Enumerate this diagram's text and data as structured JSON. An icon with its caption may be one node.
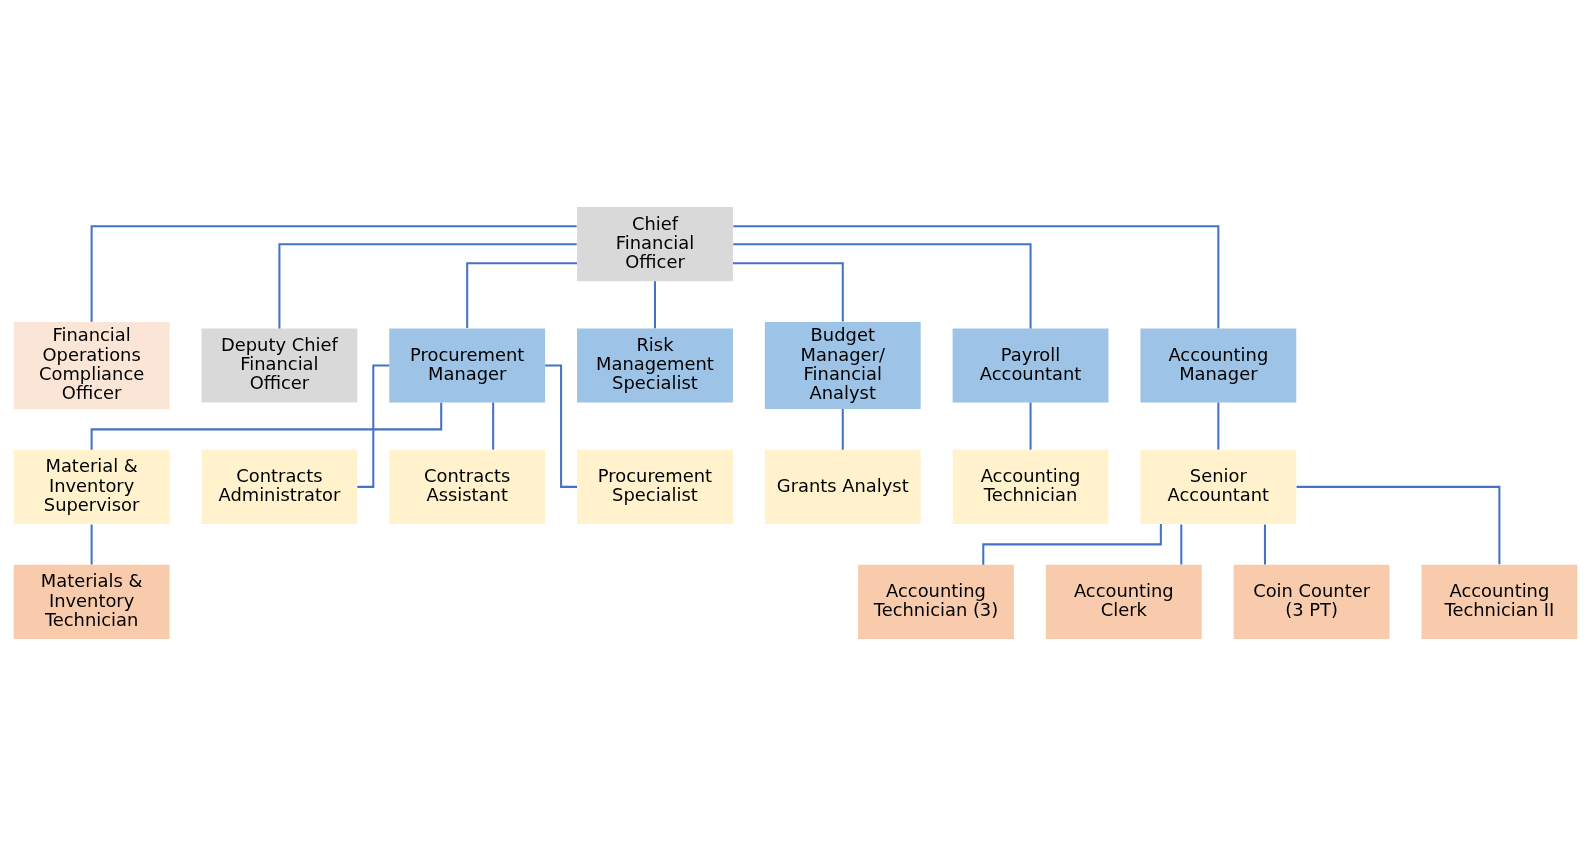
{
  "diagram": {
    "nodes": [
      {
        "text": [
          "Chief Financial Officer"
        ]
      },
      {
        "text": [
          "Financial Operations Compliance Officer"
        ]
      },
      {
        "text": [
          "Deputy Chief Financial Officer"
        ]
      },
      {
        "text": [
          "Procurement Manager"
        ]
      },
      {
        "text": [
          "Risk Management Specialist"
        ]
      },
      {
        "text": [
          "Budget Manager/ Financial Analyst"
        ]
      },
      {
        "text": [
          "Payroll Accountant"
        ]
      },
      {
        "text": [
          "Accounting Manager"
        ]
      },
      {
        "text": [
          "Material & Inventory Supervisor"
        ]
      },
      {
        "text": [
          "Contracts Administrator"
        ]
      },
      {
        "text": [
          "Contracts Assistant"
        ]
      },
      {
        "text": [
          "Procurement Specialist"
        ]
      },
      {
        "text": [
          "Grants Analyst"
        ]
      },
      {
        "text": [
          "Accounting Technician"
        ]
      },
      {
        "text": [
          "Senior Accountant"
        ]
      },
      {
        "text": [
          "Materials & Inventory Technician"
        ]
      },
      {
        "text": [
          "Accounting Technician (3)"
        ]
      },
      {
        "text": [
          "Accounting Clerk"
        ]
      },
      {
        "text": [
          "Coin Counter (3 PT)"
        ]
      },
      {
        "text": [
          "Accounting Technician II"
        ]
      }
    ],
    "edges": [
      {
        "from": 0,
        "to": 1,
        "arrow": "none"
      },
      {
        "from": 0,
        "to": 2,
        "arrow": "none"
      },
      {
        "from": 0,
        "to": 3,
        "arrow": "none"
      },
      {
        "from": 0,
        "to": 4,
        "arrow": "none"
      },
      {
        "from": 0,
        "to": 5,
        "arrow": "none"
      },
      {
        "from": 0,
        "to": 6,
        "arrow": "none"
      },
      {
        "from": 0,
        "to": 7,
        "arrow": "none"
      },
      {
        "from": 3,
        "to": 8,
        "arrow": "none"
      },
      {
        "from": 3,
        "to": 9,
        "arrow": "none"
      },
      {
        "from": 3,
        "to": 10,
        "arrow": "none"
      },
      {
        "from": 3,
        "to": 11,
        "arrow": "none"
      },
      {
        "from": 5,
        "to": 12,
        "arrow": "none"
      },
      {
        "from": 6,
        "to": 13,
        "arrow": "none"
      },
      {
        "from": 7,
        "to": 14,
        "arrow": "none"
      },
      {
        "from": 8,
        "to": 15,
        "arrow": "none"
      },
      {
        "from": 14,
        "to": 16,
        "arrow": "none"
      },
      {
        "from": 14,
        "to": 17,
        "arrow": "none"
      },
      {
        "from": 14,
        "to": 18,
        "arrow": "none"
      },
      {
        "from": 14,
        "to": 19,
        "arrow": "none"
      }
    ]
  }
}
